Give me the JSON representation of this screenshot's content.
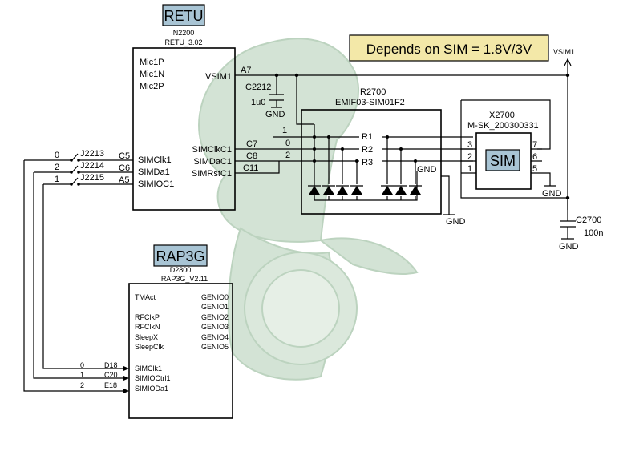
{
  "retu": {
    "tag": "RETU",
    "ref": "N2200",
    "part": "RETU_3.02",
    "pins_left": [
      "Mic1P",
      "Mic1N",
      "Mic2P"
    ],
    "vsim_pin": "VSIM1",
    "vsim_pad": "A7",
    "sim_pins_right": [
      "SIMClkC1",
      "SIMDaC1",
      "SIMRstC1"
    ],
    "sim_pads_right": [
      "C7",
      "C8",
      "C11"
    ],
    "sim_pins_left": [
      "SIMClk1",
      "SIMDa1",
      "SIMIOC1"
    ],
    "sim_pads_left": [
      "C5",
      "C6",
      "A5"
    ]
  },
  "jumpers": [
    {
      "ref": "J2213",
      "num": "0"
    },
    {
      "ref": "J2214",
      "num": "2"
    },
    {
      "ref": "J2215",
      "num": "1"
    }
  ],
  "callout": "Depends on SIM = 1.8V/3V",
  "vsim_rail": "VSIM1",
  "c2212": {
    "ref": "C2212",
    "value": "1u0",
    "gnd": "GND"
  },
  "r2700": {
    "ref": "R2700",
    "part": "EMIF03-SIM01F2",
    "in_nums": [
      "1",
      "0",
      "2"
    ],
    "top_num": "1",
    "resistors": [
      "R1",
      "R2",
      "R3"
    ],
    "gnd": "GND"
  },
  "gnd_r2700": "GND",
  "x2700": {
    "ref": "X2700",
    "part": "M-SK_200300331",
    "tag": "SIM",
    "left_pins": [
      "3",
      "2",
      "1"
    ],
    "right_pins": [
      "7",
      "6",
      "5"
    ],
    "gnd": "GND"
  },
  "c2700": {
    "ref": "C2700",
    "value": "100n",
    "gnd": "GND"
  },
  "rap3g": {
    "tag": "RAP3G",
    "ref": "D2800",
    "part": "RAP3G_V2.11",
    "left_pins": [
      "TMAct",
      "RFClkP",
      "RFClkN",
      "SleepX",
      "SleepClk"
    ],
    "right_pins": [
      "GENIO0",
      "GENIO1",
      "GENIO2",
      "GENIO3",
      "GENIO4",
      "GENIO5"
    ],
    "sim_pins": [
      "SIMClk1",
      "SIMIOCtrl1",
      "SIMIODa1"
    ],
    "sim_pads": [
      "D18",
      "C20",
      "E18"
    ],
    "sim_nums": [
      "0",
      "1",
      "2"
    ]
  },
  "colors": {
    "tag_bg": "#a8c4d4",
    "callout_bg": "#f3e8a8",
    "watermark": "#c9dccb"
  }
}
